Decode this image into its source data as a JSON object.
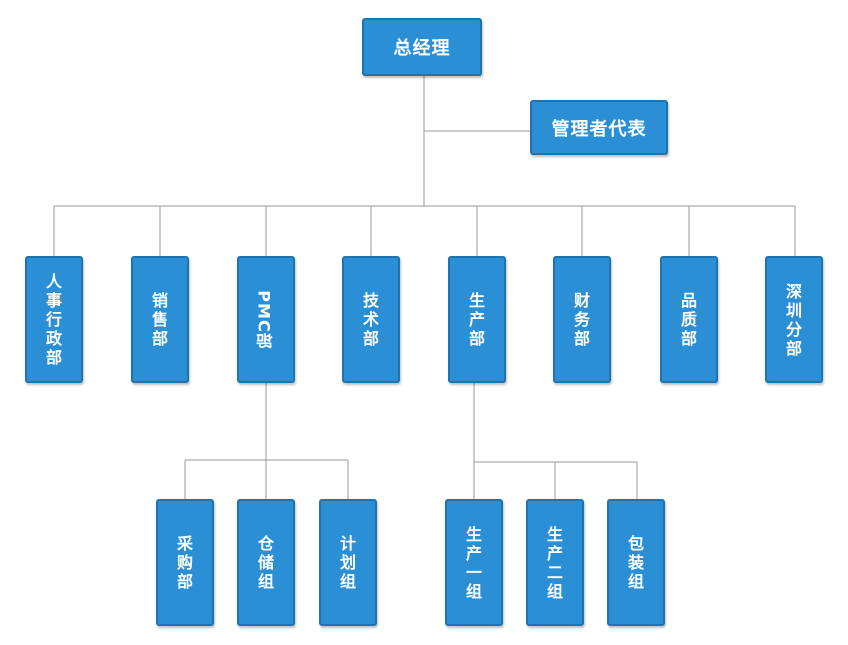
{
  "org": {
    "top": "总经理",
    "side": "管理者代表",
    "departments": {
      "hr": "人事行政部",
      "sales": "销售部",
      "pmc": "PMC部",
      "tech": "技术部",
      "production": "生产部",
      "finance": "财务部",
      "quality": "品质部",
      "shenzhen": "深圳分部"
    },
    "pmc_groups": {
      "purchase": "采购部",
      "warehouse": "仓储组",
      "planning": "计划组"
    },
    "production_groups": {
      "line1": "生产一组",
      "line2": "生产二组",
      "packaging": "包装组"
    }
  },
  "colors": {
    "box": "#2a8fd4",
    "border": "#1f73b0",
    "text": "#ffffff",
    "line": "#9a9a9a"
  }
}
